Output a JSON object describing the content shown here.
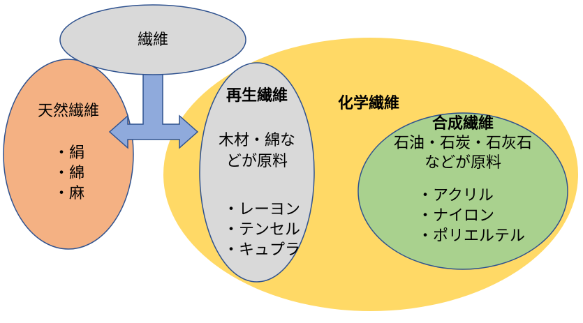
{
  "colors": {
    "top_fill": "#d9d9d9",
    "natural_fill": "#f4b183",
    "chemical_fill": "#ffd966",
    "regenerated_fill": "#d9d9d9",
    "synthetic_fill": "#a9d18e",
    "arrow_fill": "#8faadc",
    "outline": "#2f528f"
  },
  "fiber": {
    "title": "繊維"
  },
  "natural": {
    "title": "天然繊維",
    "items": [
      "・絹",
      "・綿",
      "・麻"
    ]
  },
  "chemical": {
    "title": "化学繊維"
  },
  "regenerated": {
    "title": "再生繊維",
    "material_line1": "木材・綿な",
    "material_line2": "どが原料",
    "items": [
      "・レーヨン",
      "・テンセル",
      "・キュプラ"
    ]
  },
  "synthetic": {
    "title": "合成繊維",
    "material_line1": "石油・石炭・石灰石",
    "material_line2": "などが原料",
    "items": [
      "・アクリル",
      "・ナイロン",
      "・ポリエルテル"
    ]
  }
}
